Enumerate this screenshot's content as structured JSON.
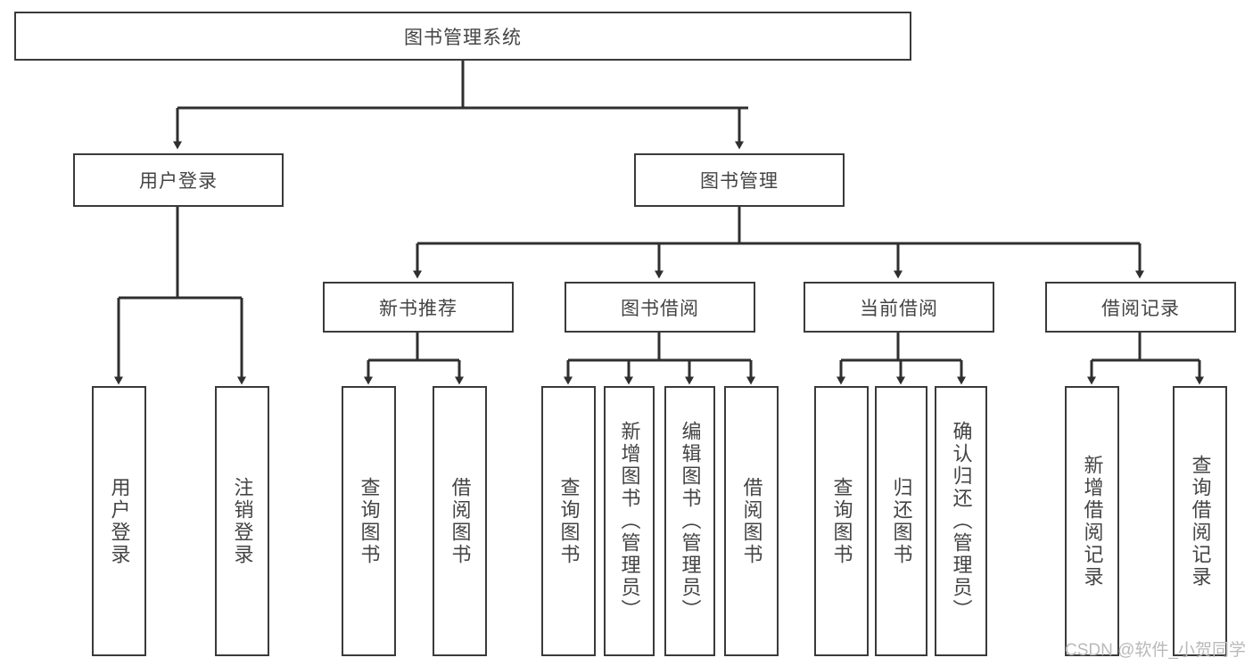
{
  "diagram": {
    "title": "图书管理系统",
    "type": "tree-hierarchy-chart",
    "orientation": "top-down",
    "colors": {
      "background": "#ffffff",
      "border": "#3a3a3a",
      "text": "#444444",
      "connector": "#2f2f2f",
      "watermark": "#b9b9b9"
    },
    "root": {
      "label": "图书管理系统"
    },
    "level2": [
      {
        "label": "用户登录"
      },
      {
        "label": "图书管理"
      }
    ],
    "level3": [
      {
        "label": "新书推荐"
      },
      {
        "label": "图书借阅"
      },
      {
        "label": "当前借阅"
      },
      {
        "label": "借阅记录"
      }
    ],
    "leaves": {
      "user_login": [
        {
          "label": "用户登录"
        },
        {
          "label": "注销登录"
        }
      ],
      "new_book_recommend": [
        {
          "label": "查询图书"
        },
        {
          "label": "借阅图书"
        }
      ],
      "book_borrow": [
        {
          "label": "查询图书"
        },
        {
          "label": "新增图书（管理员）"
        },
        {
          "label": "编辑图书（管理员）"
        },
        {
          "label": "借阅图书"
        }
      ],
      "current_borrow": [
        {
          "label": "查询图书"
        },
        {
          "label": "归还图书"
        },
        {
          "label": "确认归还（管理员）"
        }
      ],
      "borrow_record": [
        {
          "label": "新增借阅记录"
        },
        {
          "label": "查询借阅记录"
        }
      ]
    }
  },
  "watermark": {
    "text": "CSDN @软件_小贺同学"
  }
}
